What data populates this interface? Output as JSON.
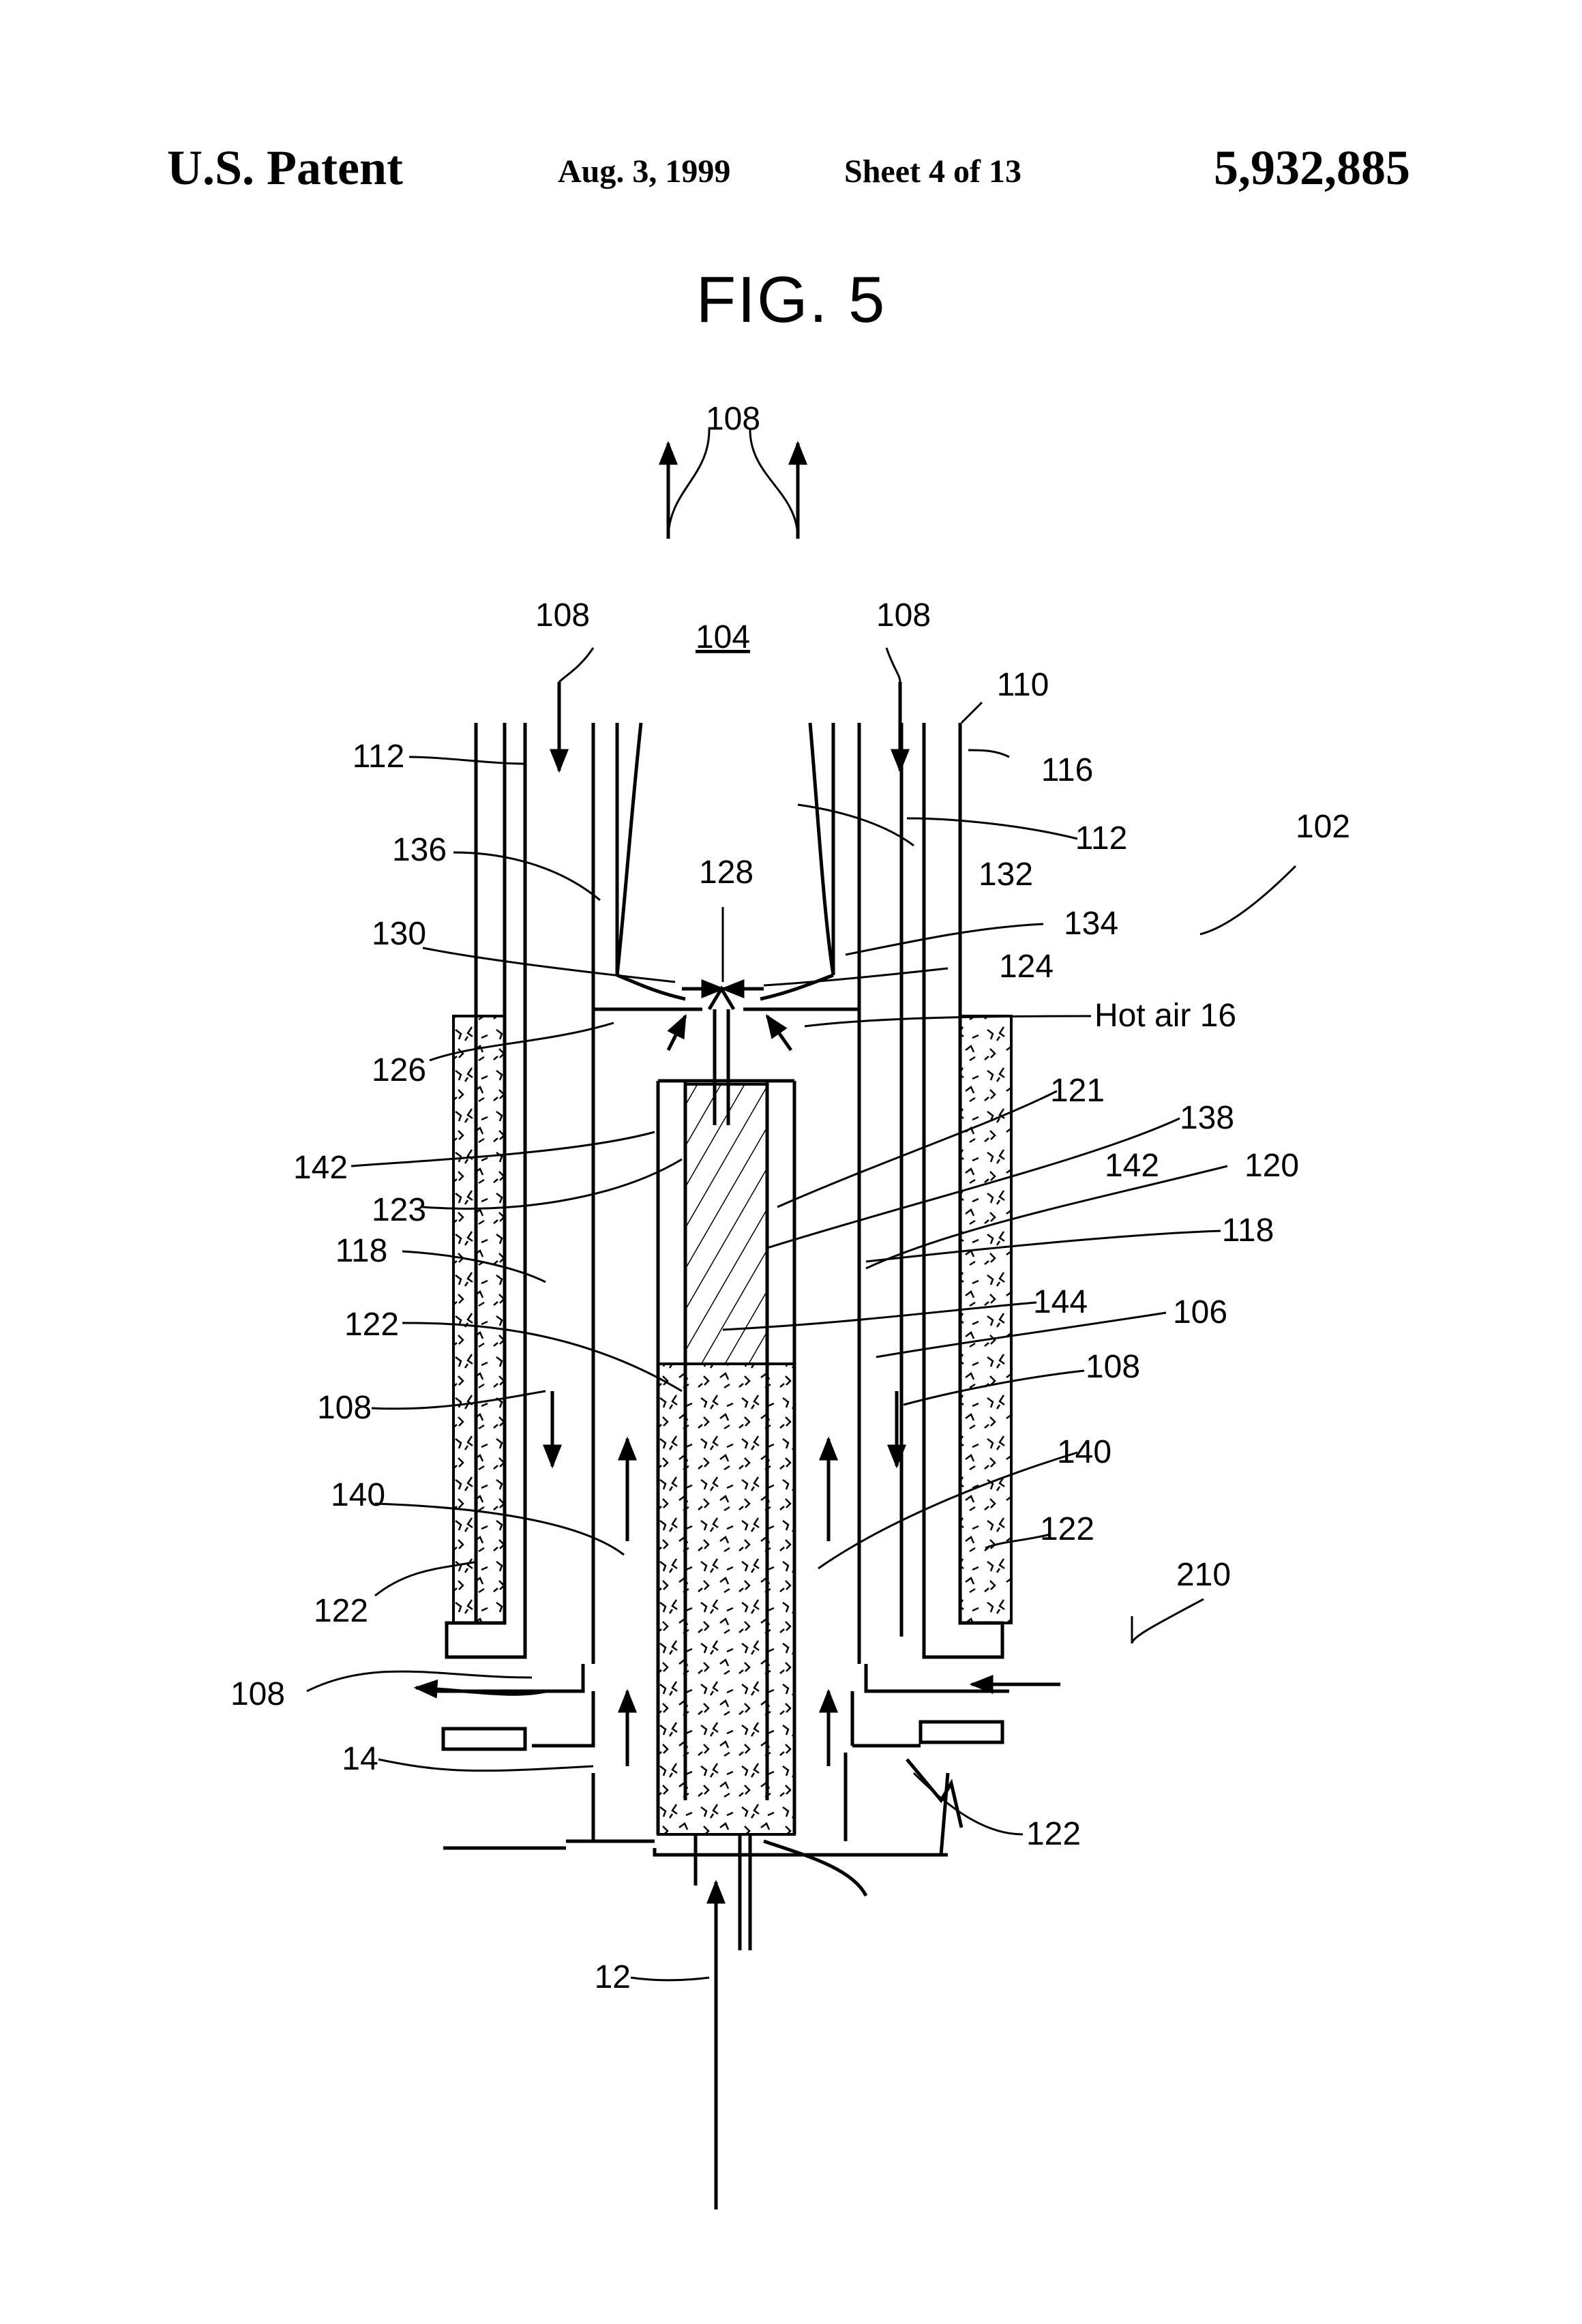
{
  "header": {
    "office": "U.S. Patent",
    "date": "Aug. 3, 1999",
    "sheet": "Sheet 4 of 13",
    "patent_number": "5,932,885"
  },
  "figure": {
    "title": "FIG. 5",
    "labels": {
      "l108_top": "108",
      "l108_left": "108",
      "l104": "104",
      "l108_right": "108",
      "l110": "110",
      "l112_left": "112",
      "l116": "116",
      "l112_right": "112",
      "l102": "102",
      "l136": "136",
      "l132": "132",
      "l128": "128",
      "l134": "134",
      "l130": "130",
      "l124": "124",
      "l_hotair": "Hot air  16",
      "l126": "126",
      "l121": "121",
      "l138": "138",
      "l142_left": "142",
      "l142_right": "142",
      "l120": "120",
      "l123": "123",
      "l118_left": "118",
      "l118_right": "118",
      "l144": "144",
      "l122_a": "122",
      "l106": "106",
      "l108_mid_left": "108",
      "l108_mid_right": "108",
      "l140_left": "140",
      "l140_right": "140",
      "l122_b": "122",
      "l210": "210",
      "l122_c": "122",
      "l108_bottom": "108",
      "l14": "14",
      "l122_d": "122",
      "l12": "12"
    }
  }
}
